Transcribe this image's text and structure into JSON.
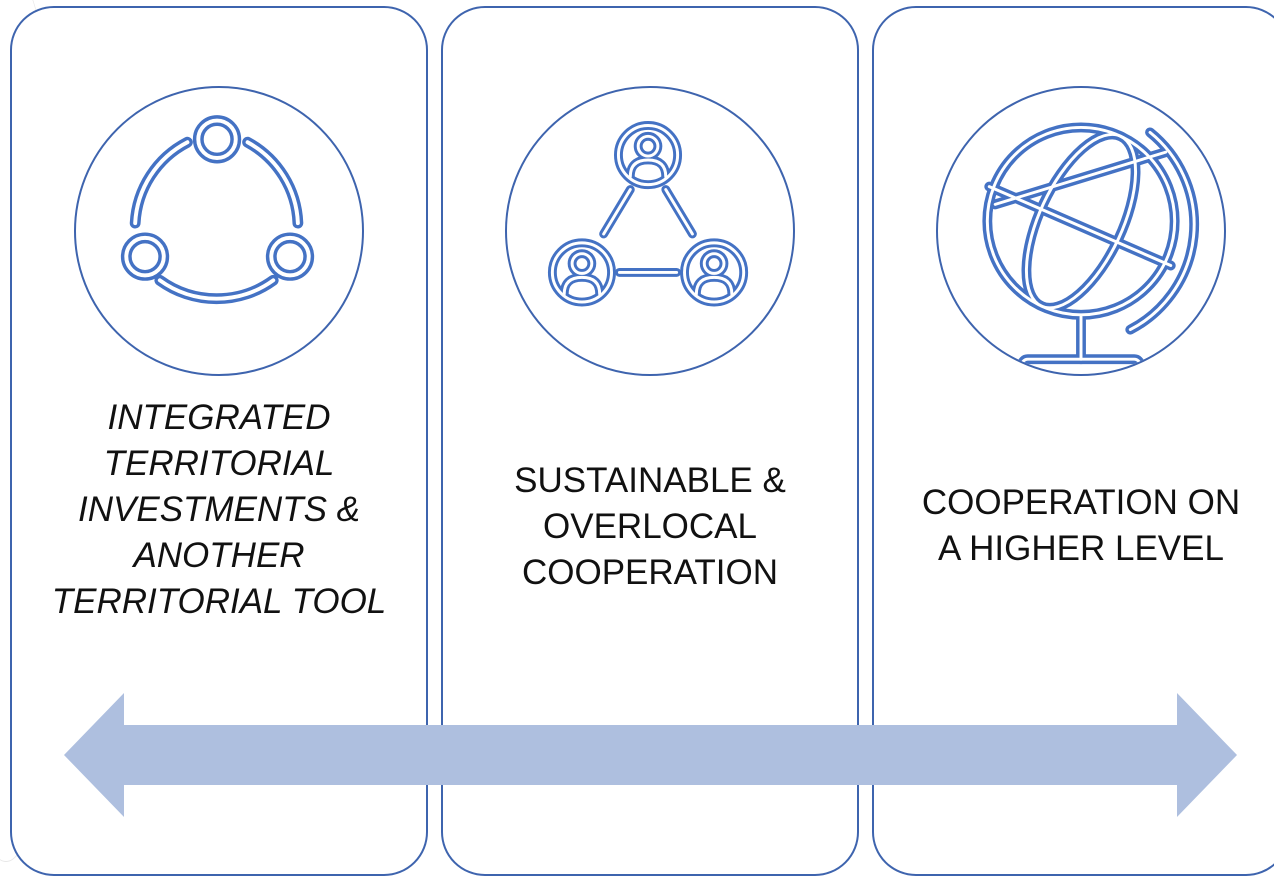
{
  "colors": {
    "outline": "#3e64ae",
    "icon_stroke": "#4472c4",
    "arrow_fill": "#aebfdf",
    "text": "#111111"
  },
  "panels": [
    {
      "icon": "share-network-icon",
      "label_lines": [
        "INTEGRATED",
        "TERRITORIAL",
        "INVESTMENTS &",
        "ANOTHER",
        "TERRITORIAL TOOL"
      ],
      "italic": true
    },
    {
      "icon": "people-network-icon",
      "label_lines": [
        "SUSTAINABLE &",
        "OVERLOCAL",
        "COOPERATION"
      ],
      "italic": false
    },
    {
      "icon": "globe-icon",
      "label_lines": [
        "COOPERATION ON",
        "A HIGHER LEVEL"
      ],
      "italic": false
    }
  ],
  "arrow": {
    "type": "double-headed",
    "icon": "double-arrow-icon"
  }
}
